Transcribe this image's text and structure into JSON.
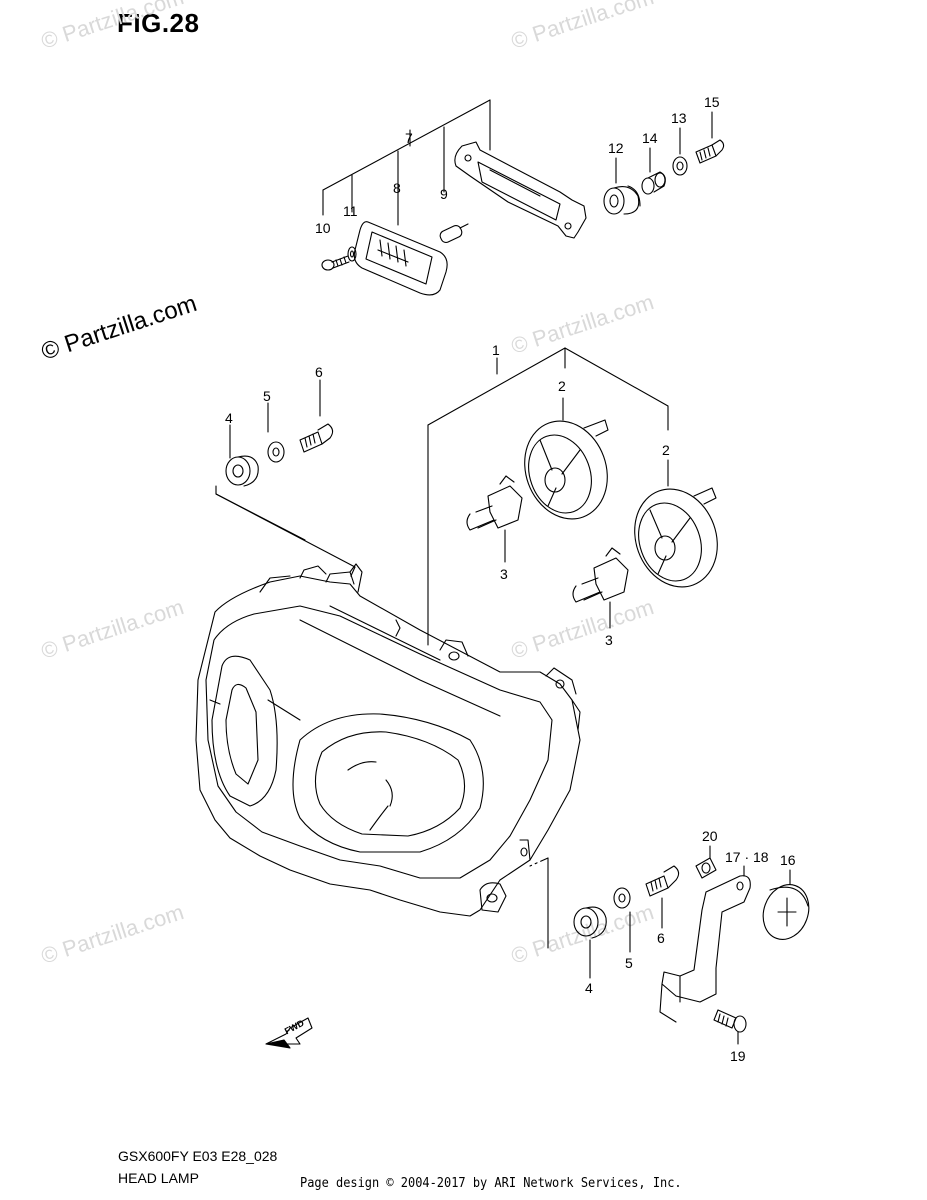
{
  "figure": {
    "title": "FIG.28"
  },
  "watermarks": {
    "primary": "© Partzilla.com",
    "faint": "© Partzilla.com"
  },
  "callouts": [
    "1",
    "2",
    "2",
    "3",
    "3",
    "4",
    "4",
    "5",
    "5",
    "6",
    "6",
    "7",
    "8",
    "9",
    "10",
    "11",
    "12",
    "13",
    "14",
    "15",
    "16",
    "17 · 18",
    "19",
    "20"
  ],
  "fwd_label": "FWD",
  "footer": {
    "model_code": "GSX600FY E03 E28_028",
    "section_name": "HEAD LAMP",
    "copyright": "Page design © 2004-2017 by ARI Network Services, Inc."
  },
  "colors": {
    "line": "#000000",
    "watermark": "#d9d9d9"
  }
}
